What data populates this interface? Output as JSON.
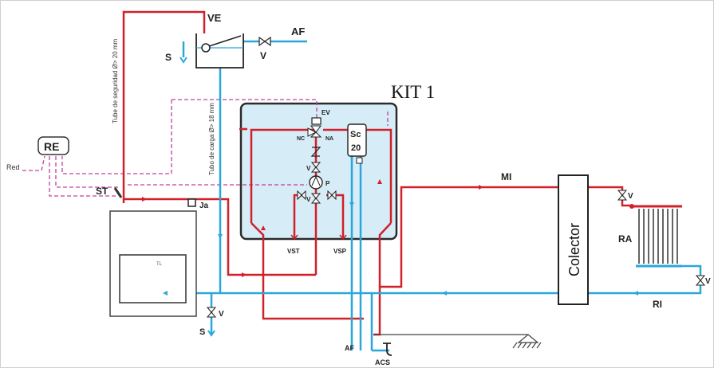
{
  "colors": {
    "hot": "#d0202a",
    "cold": "#2aa7d9",
    "control": "#c040a0",
    "kit_fill": "#d6ecf7",
    "kit_border": "#2b2b2b",
    "text": "#222222"
  },
  "labels": {
    "ve": "VE",
    "af_top": "AF",
    "v_top": "V",
    "s_top": "S",
    "kit": "KIT 1",
    "safety_tube": "Tube de seguridad Ø> 20 mm",
    "load_tube": "Tubo de carga Ø> 18 mm",
    "re": "RE",
    "red": "Red",
    "st": "ST",
    "ja": "Ja",
    "ev": "EV",
    "nc": "NC",
    "na": "NA",
    "v_kit_1": "V",
    "p": "P",
    "v_kit_2": "V",
    "sc": "Sc",
    "sc_20": "20",
    "vst": "VST",
    "vsp": "VSP",
    "mi": "MI",
    "colector": "Colector",
    "v_ra_top": "V",
    "ra": "RA",
    "v_ra_bottom": "V",
    "ri": "RI",
    "v_bottom": "V",
    "s_bottom": "S",
    "af_bottom": "AF",
    "acs": "ACS",
    "boiler_screen": "TL"
  },
  "icons": {
    "valve": "bowtie-valve-icon",
    "pump": "circulator-pump-icon",
    "tap": "tap-icon",
    "ground": "ground-symbol-icon",
    "radiator": "radiator-icon"
  }
}
